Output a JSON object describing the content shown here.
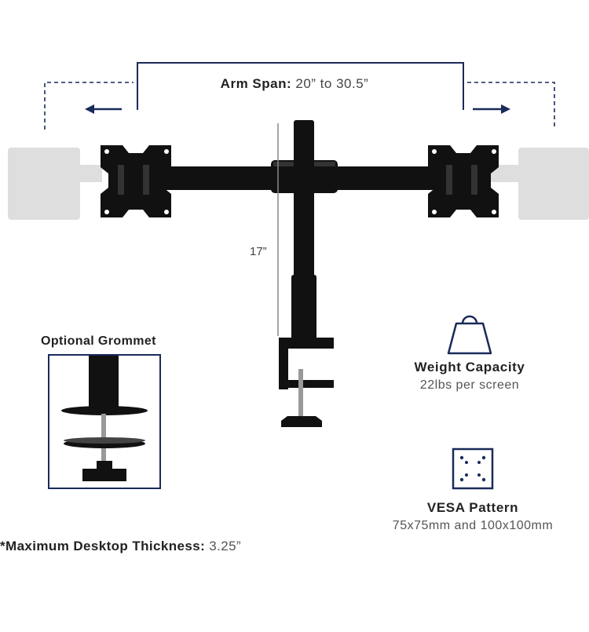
{
  "arm_span": {
    "label": "Arm Span:",
    "value": "20” to 30.5”"
  },
  "pole_height": {
    "value": "17”"
  },
  "grommet": {
    "title": "Optional Grommet"
  },
  "weight": {
    "title": "Weight Capacity",
    "value": "22lbs per screen"
  },
  "vesa": {
    "title": "VESA Pattern",
    "value": "75x75mm and 100x100mm"
  },
  "thickness": {
    "label": "*Maximum Desktop Thickness:",
    "value": "3.25”"
  },
  "icons": [
    "weight-icon",
    "vesa-pattern-icon",
    "arrow-left-icon",
    "arrow-right-icon"
  ],
  "colors": {
    "accent": "#1a2b5a",
    "mount": "#111111",
    "ghost": "#dcdcdc"
  }
}
